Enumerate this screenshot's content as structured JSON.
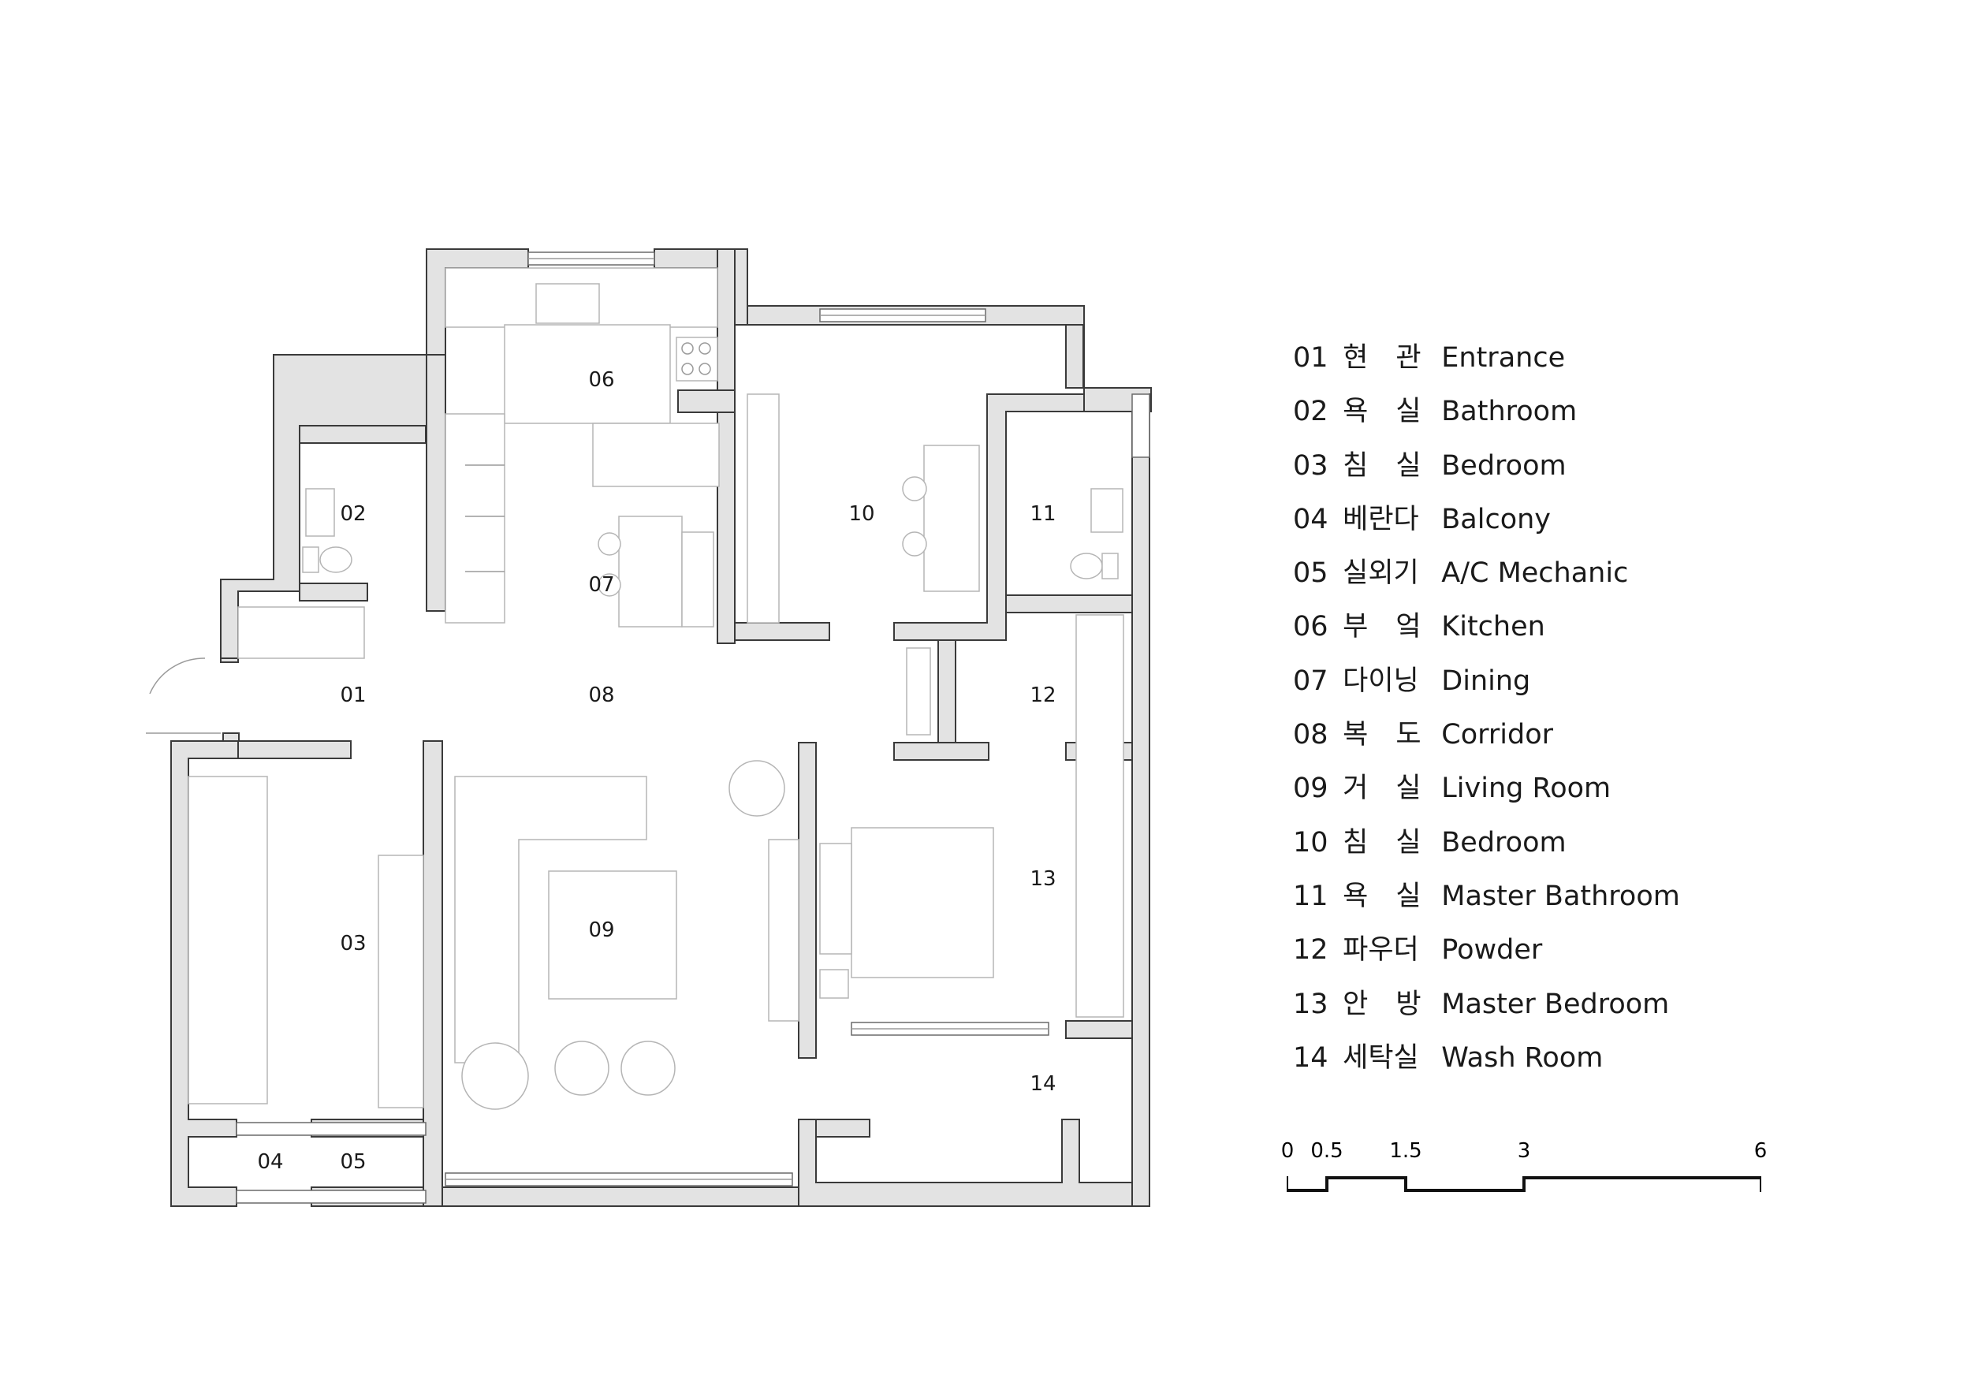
{
  "rooms": [
    {
      "num": "01",
      "ko": "현　관",
      "en": "Entrance"
    },
    {
      "num": "02",
      "ko": "욕　실",
      "en": "Bathroom"
    },
    {
      "num": "03",
      "ko": "침　실",
      "en": "Bedroom"
    },
    {
      "num": "04",
      "ko": "베란다",
      "en": "Balcony"
    },
    {
      "num": "05",
      "ko": "실외기",
      "en": "A/C Mechanic"
    },
    {
      "num": "06",
      "ko": "부　엌",
      "en": "Kitchen"
    },
    {
      "num": "07",
      "ko": "다이닝",
      "en": "Dining"
    },
    {
      "num": "08",
      "ko": "복　도",
      "en": "Corridor"
    },
    {
      "num": "09",
      "ko": "거　실",
      "en": "Living Room"
    },
    {
      "num": "10",
      "ko": "침　실",
      "en": "Bedroom"
    },
    {
      "num": "11",
      "ko": "욕　실",
      "en": "Master Bathroom"
    },
    {
      "num": "12",
      "ko": "파우더",
      "en": "Powder"
    },
    {
      "num": "13",
      "ko": "안　방",
      "en": "Master Bedroom"
    },
    {
      "num": "14",
      "ko": "세탁실",
      "en": "Wash Room"
    }
  ],
  "scale_ticks": [
    "0",
    "0.5",
    "1.5",
    "3",
    "6"
  ],
  "colors": {
    "wall": "#e3e3e3",
    "outline": "#3a3a3a",
    "furniture": "#b5b5b5"
  }
}
